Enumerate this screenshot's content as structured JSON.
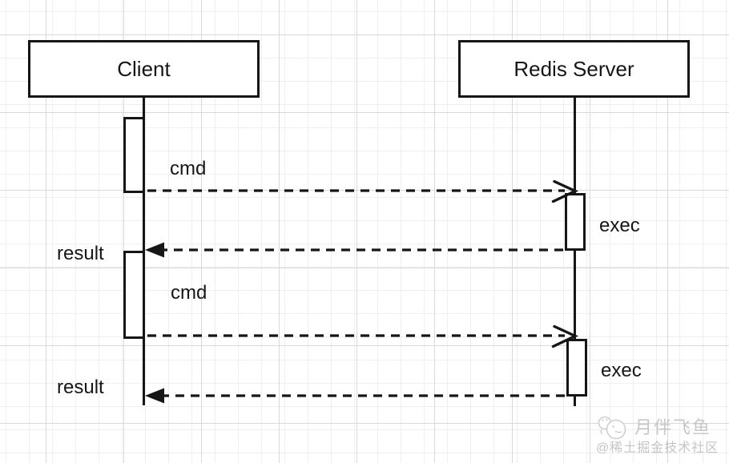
{
  "diagram": {
    "type": "sequence-diagram",
    "actors": [
      {
        "label": "Client"
      },
      {
        "label": "Redis Server"
      }
    ],
    "messages": [
      {
        "label": "cmd",
        "from": "Client",
        "to": "Redis Server",
        "direction": "right",
        "style": "dashed-open-arrow"
      },
      {
        "label": "result",
        "from": "Redis Server",
        "to": "Client",
        "direction": "left",
        "style": "dashed-filled-arrow"
      },
      {
        "label": "cmd",
        "from": "Client",
        "to": "Redis Server",
        "direction": "right",
        "style": "dashed-open-arrow"
      },
      {
        "label": "result",
        "from": "Redis Server",
        "to": "Client",
        "direction": "left",
        "style": "dashed-filled-arrow"
      }
    ],
    "activation_labels": [
      {
        "label": "exec"
      },
      {
        "label": "exec"
      }
    ]
  },
  "watermark": {
    "brand": "月伴飞鱼",
    "community": "@稀土掘金技术社区"
  },
  "colors": {
    "ink": "#161616",
    "grid_minor": "#efefef",
    "grid_major": "#d9d9d9",
    "watermark_gray": "#c7c7c7"
  }
}
